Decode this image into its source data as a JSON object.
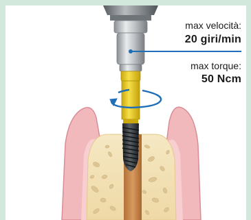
{
  "labels": {
    "max_speed_title": "max velocità:",
    "max_speed_value": "20 giri/min",
    "max_torque_title": "max torque:",
    "max_torque_value": "50 Ncm"
  },
  "colors": {
    "background_frame": "#d3e8dc",
    "gum": "#f2b9bd",
    "bone": "#f3e2b7",
    "bone_pores": "#ddc594",
    "implant": "#2b2f33",
    "implant_canal": "#c8884c",
    "adapter_yellow": "#f2d31c",
    "rotation_arrow": "#1f6fb8",
    "leader_line": "#1f6fb8"
  },
  "icons": {
    "rotation": "clockwise-rotation-arrow-icon"
  }
}
